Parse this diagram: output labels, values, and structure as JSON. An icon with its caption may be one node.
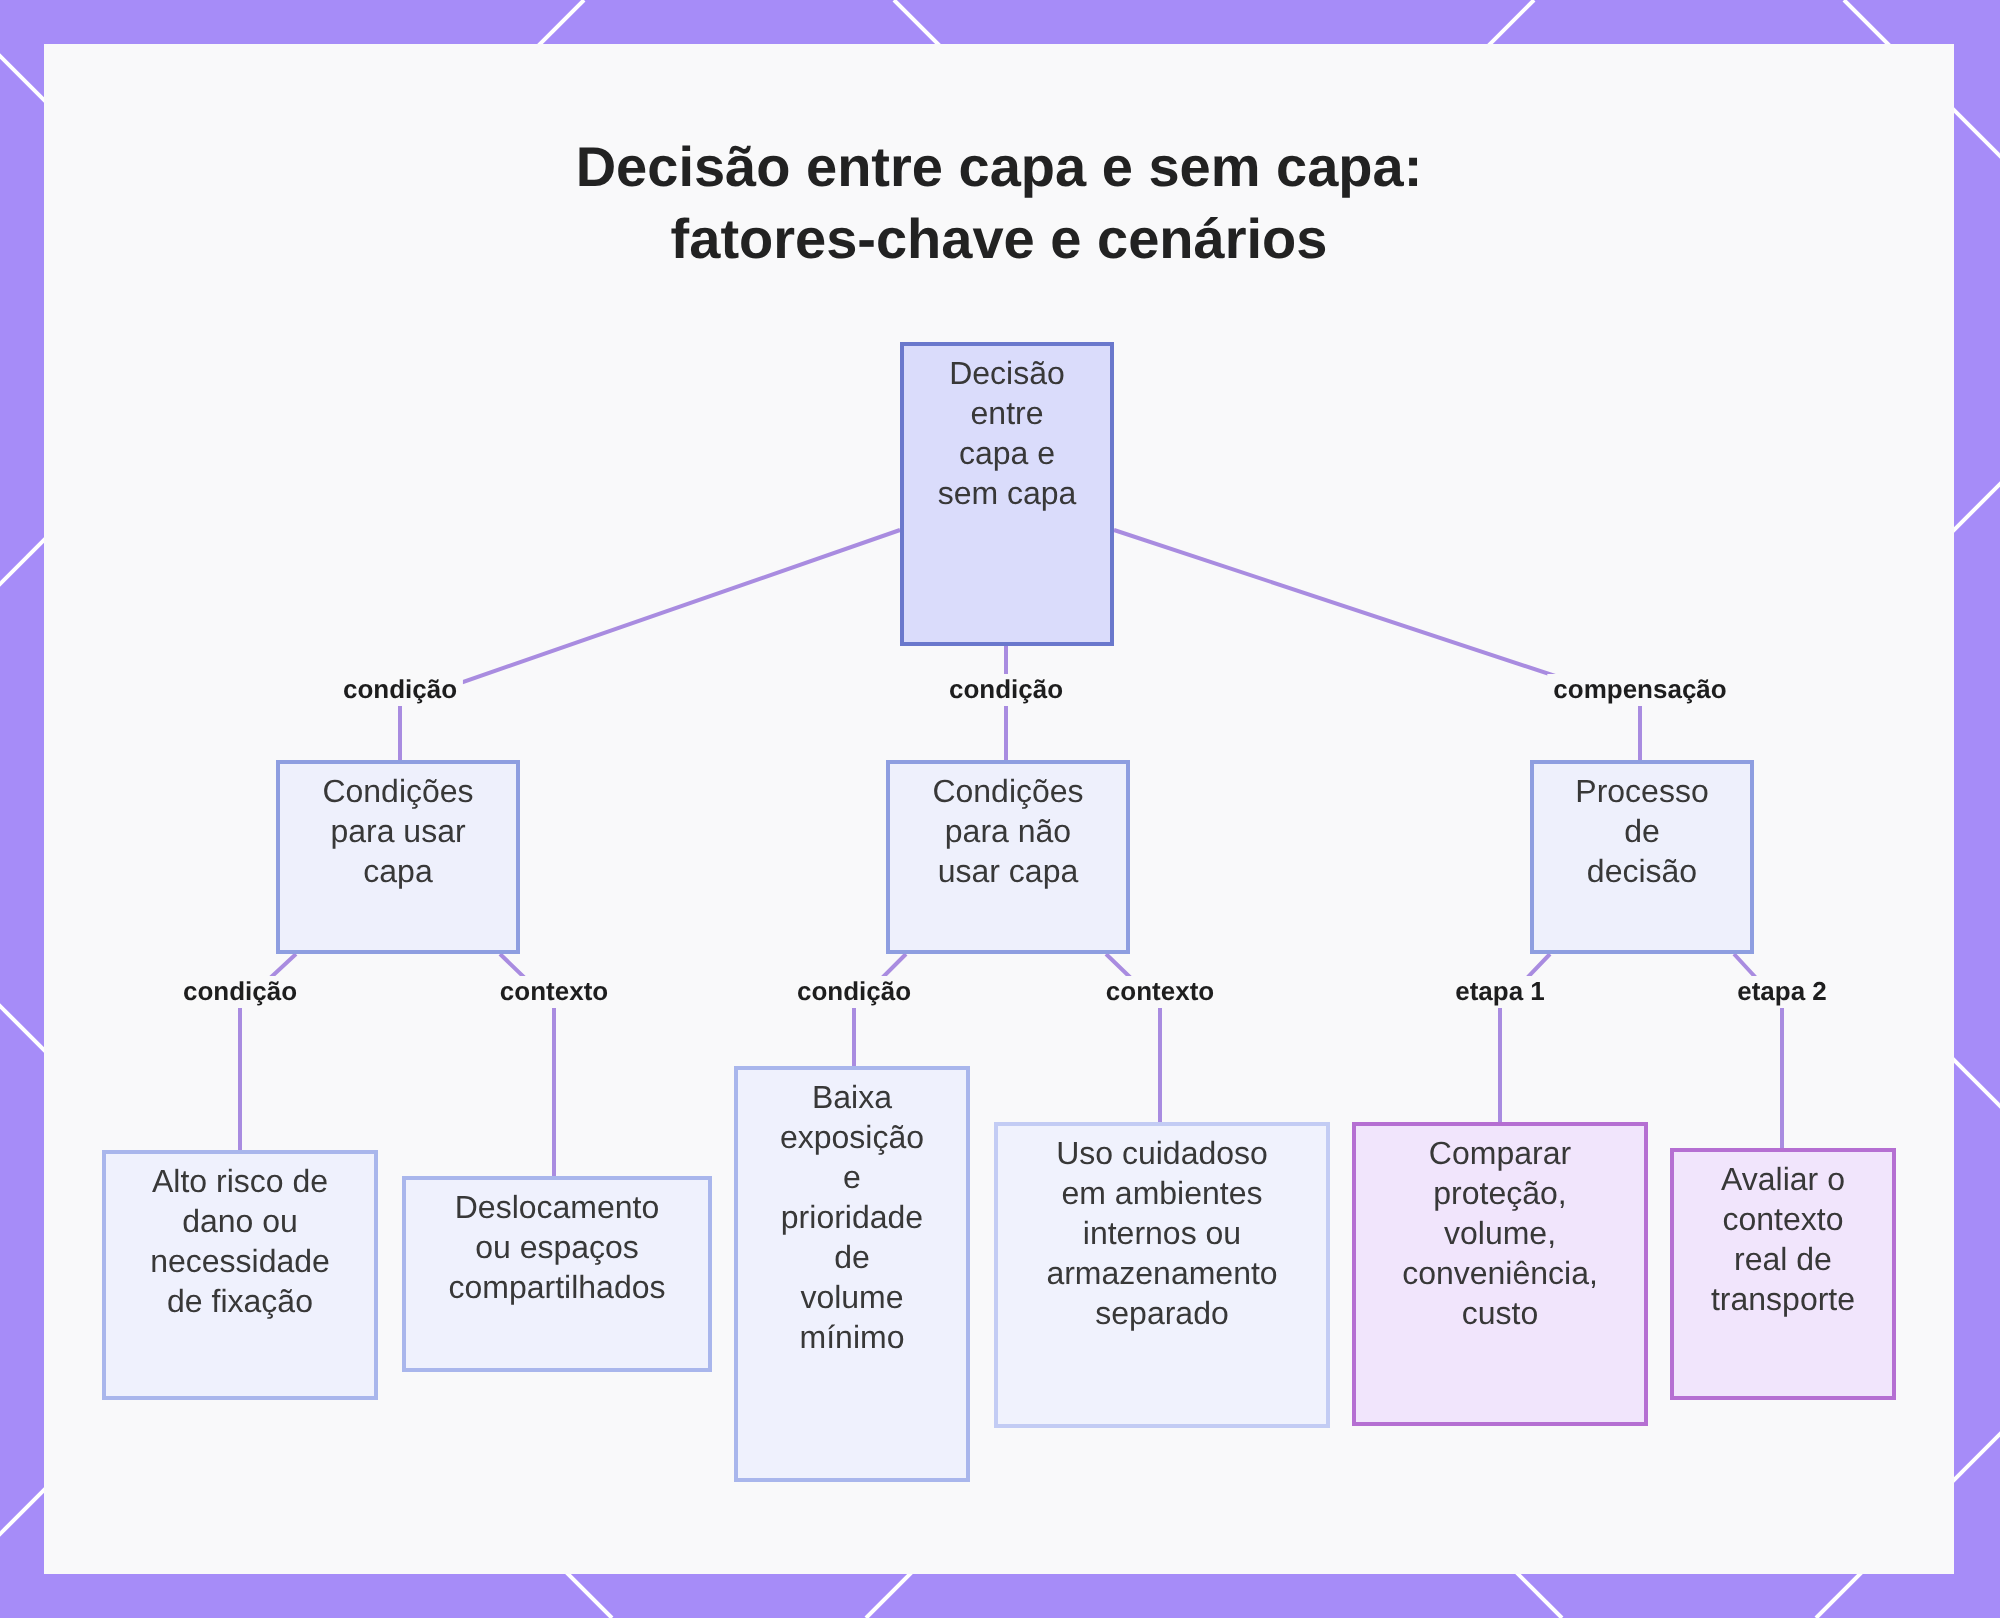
{
  "diagram": {
    "title": "Decisão entre capa e sem capa: fatores-chave e cenários",
    "nodes": [
      {
        "text": [
          "Decisão entre capa e sem capa"
        ]
      },
      {
        "text": [
          "Condições para usar capa"
        ]
      },
      {
        "text": [
          "Condições para não usar capa"
        ]
      },
      {
        "text": [
          "Processo de decisão"
        ]
      },
      {
        "text": [
          "Alto risco de dano ou necessidade de fixação"
        ]
      },
      {
        "text": [
          "Deslocamento ou espaços compartilhados"
        ]
      },
      {
        "text": [
          "Baixa exposição e prioridade de volume mínimo"
        ]
      },
      {
        "text": [
          "Uso cuidadoso em ambientes internos ou armazenamento separado"
        ]
      },
      {
        "text": [
          "Comparar proteção, volume, conveniência, custo"
        ]
      },
      {
        "text": [
          "Avaliar o contexto real de transporte"
        ]
      }
    ],
    "edges": [
      {
        "from": 0,
        "to": 1,
        "arrow": "none",
        "label": "condição"
      },
      {
        "from": 0,
        "to": 2,
        "arrow": "none",
        "label": "condição"
      },
      {
        "from": 0,
        "to": 3,
        "arrow": "none",
        "label": "compensação"
      },
      {
        "from": 1,
        "to": 4,
        "arrow": "none",
        "label": "condição"
      },
      {
        "from": 1,
        "to": 5,
        "arrow": "none",
        "label": "contexto"
      },
      {
        "from": 2,
        "to": 6,
        "arrow": "none",
        "label": "condição"
      },
      {
        "from": 2,
        "to": 7,
        "arrow": "none",
        "label": "contexto"
      },
      {
        "from": 3,
        "to": 8,
        "arrow": "none",
        "label": "etapa 1"
      },
      {
        "from": 3,
        "to": 9,
        "arrow": "none",
        "label": "etapa 2"
      }
    ]
  }
}
